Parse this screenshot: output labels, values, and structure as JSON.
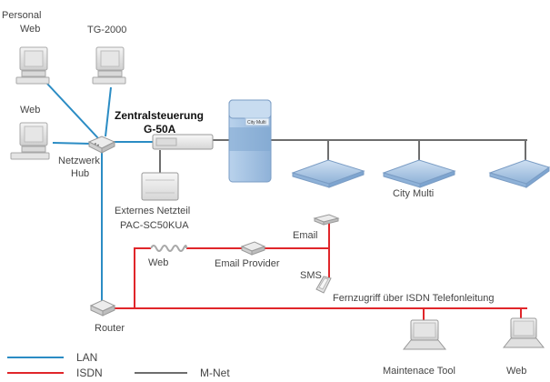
{
  "colors": {
    "lan": "#2b8cc4",
    "isdn": "#e0262a",
    "mnet": "#6e6e6e",
    "device_light": "#eeeeee",
    "device_mid": "#d0d0d0",
    "device_dark": "#9a9a9a",
    "unit_blue": "#a9c6e6",
    "unit_blue_dark": "#7ea5d0"
  },
  "labels": {
    "personal_web_1": "Personal",
    "personal_web_2": "Web",
    "tg2000": "TG-2000",
    "web_top": "Web",
    "hub_1": "Netzwerk",
    "hub_2": "Hub",
    "controller_1": "Zentralsteuerung",
    "controller_2": "G-50A",
    "city_multi_badge": "City Multi",
    "psu_1": "Externes Netzteil",
    "psu_2": "PAC-SC50KUA",
    "city_multi": "City Multi",
    "email": "Email",
    "web_modem": "Web",
    "email_provider": "Email Provider",
    "sms": "SMS",
    "remote_access": "Fernzugriff über ISDN Telefonleitung",
    "router": "Router",
    "maintenance_tool": "Maintenace Tool",
    "web_laptop": "Web"
  },
  "legend": {
    "lan": "LAN",
    "isdn": "ISDN",
    "mnet": "M-Net"
  }
}
